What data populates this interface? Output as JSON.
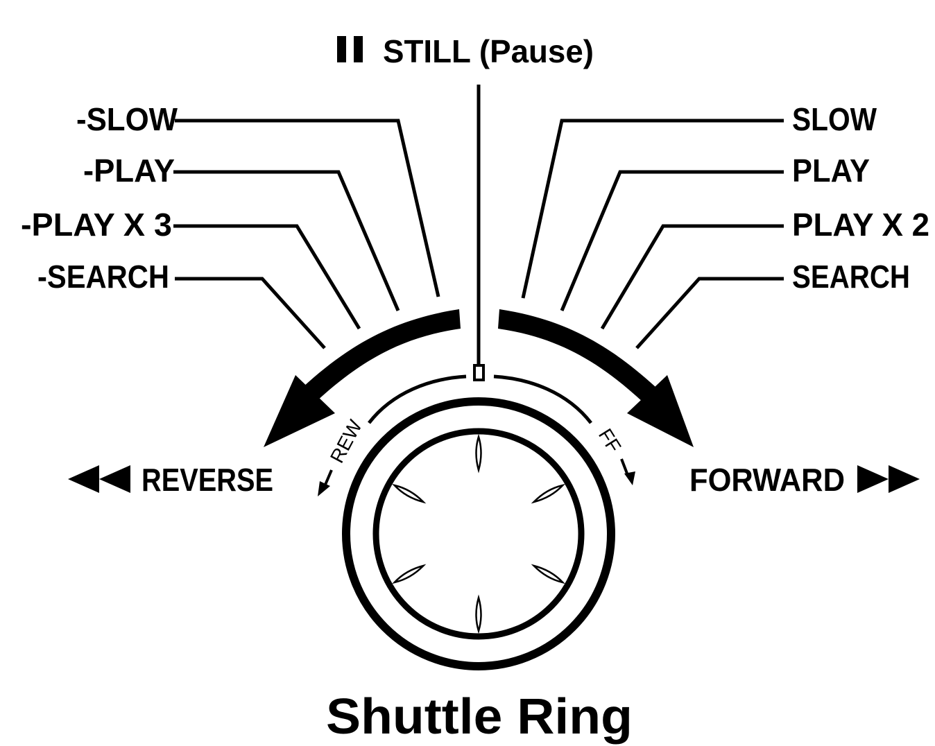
{
  "still_label": "STILL (Pause)",
  "reverse_modes": [
    "-SLOW",
    "-PLAY",
    "-PLAY X 3",
    "-SEARCH"
  ],
  "forward_modes": [
    "SLOW",
    "PLAY",
    "PLAY X 2",
    "SEARCH"
  ],
  "reverse_label": "REVERSE",
  "forward_label": "FORWARD",
  "rew_label": "REW",
  "ff_label": "FF",
  "caption": "Shuttle Ring",
  "colors": {
    "ink": "#000000",
    "paper": "#ffffff"
  },
  "icons": [
    "pause-icon",
    "rewind-icon",
    "fast-forward-icon"
  ]
}
